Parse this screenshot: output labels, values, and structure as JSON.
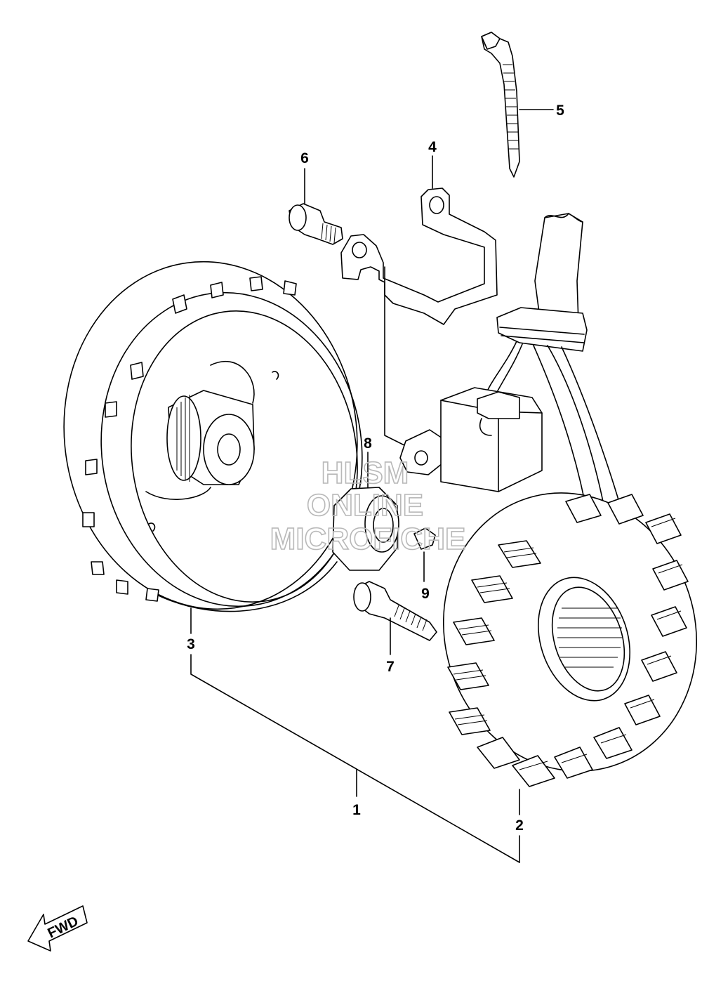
{
  "callouts": [
    {
      "id": "1",
      "label": "1"
    },
    {
      "id": "2",
      "label": "2"
    },
    {
      "id": "3",
      "label": "3"
    },
    {
      "id": "4",
      "label": "4"
    },
    {
      "id": "5",
      "label": "5"
    },
    {
      "id": "6",
      "label": "6"
    },
    {
      "id": "7",
      "label": "7"
    },
    {
      "id": "8",
      "label": "8"
    },
    {
      "id": "9",
      "label": "9"
    }
  ],
  "watermark": {
    "line1": "HLSM",
    "line2": "ONLINE",
    "line3": "MICROFICHE"
  },
  "direction_indicator": {
    "label": "FWD"
  },
  "colors": {
    "line": "#000000",
    "background": "#ffffff",
    "watermark": "#b8b8b8"
  }
}
